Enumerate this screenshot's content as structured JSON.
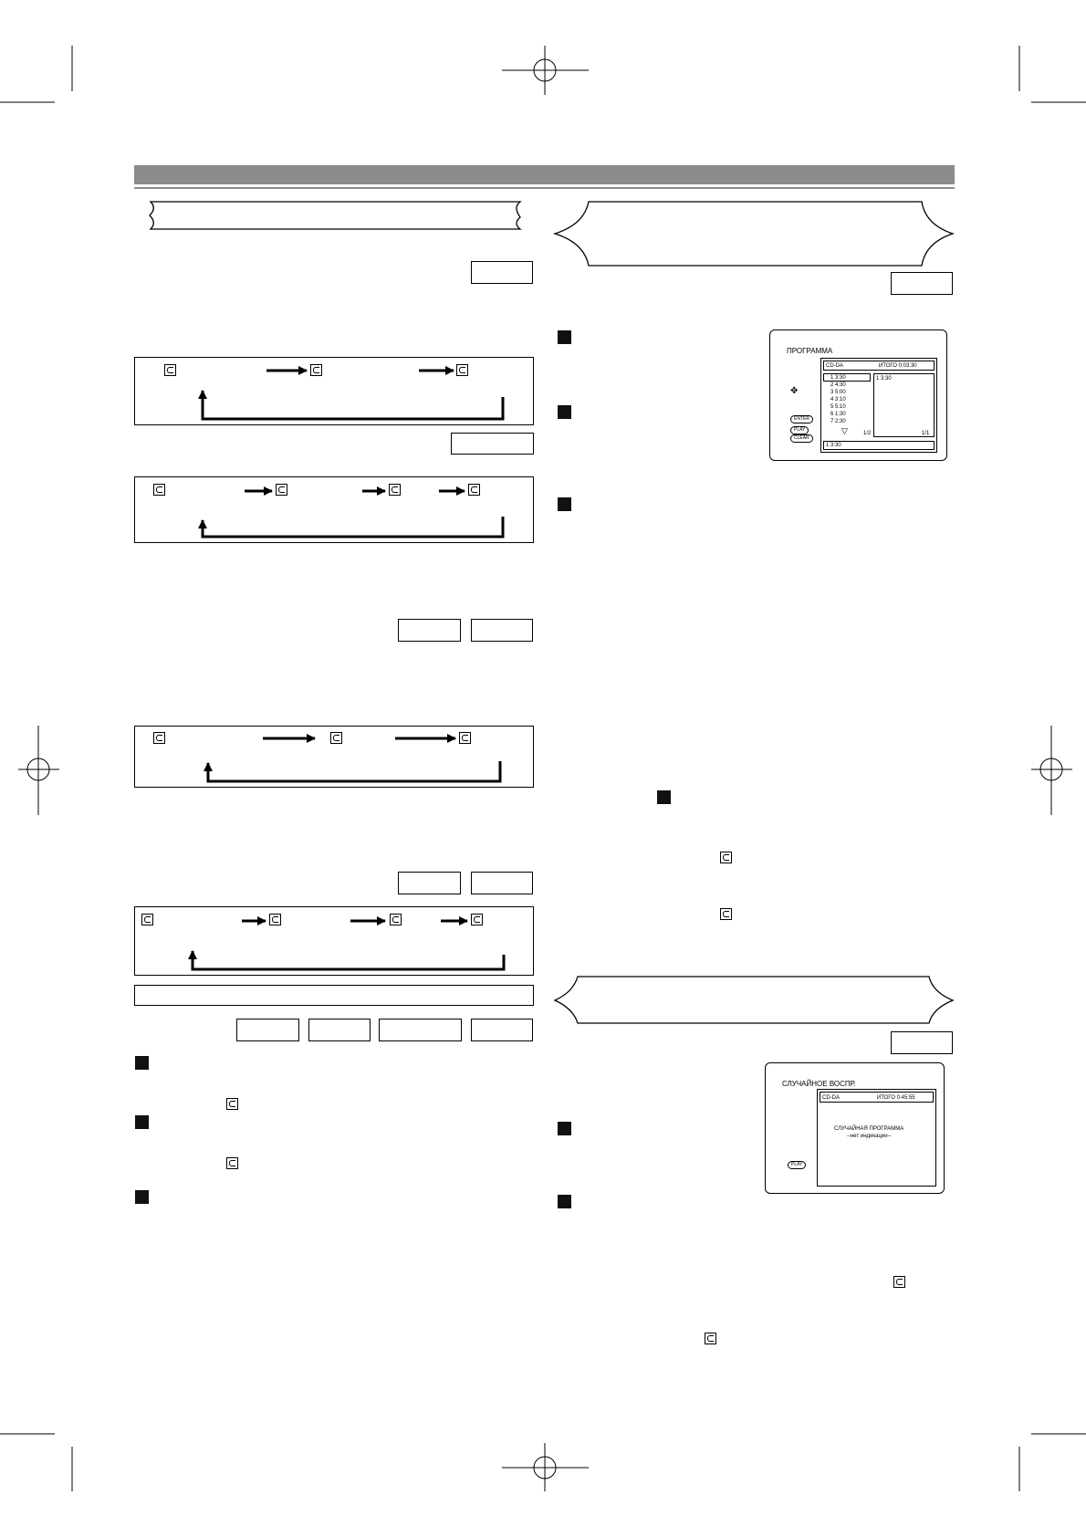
{
  "program_screen": {
    "title": "ПРОГРАММА",
    "disc": "CD-DA",
    "total": "ИТОГО 0:03:30",
    "tracks": [
      "1   3:30",
      "2   4:30",
      "3   5:00",
      "4   3:10",
      "5   5:10",
      "6   1:30",
      "7   2:30"
    ],
    "page_left": "1/2",
    "program_list": [
      "1   3:30"
    ],
    "page_right": "1/1",
    "selected": "1   3:30",
    "buttons": [
      "ENTER",
      "PLAY",
      "CLEAR"
    ]
  },
  "random_screen": {
    "title": "СЛУЧАЙНОЕ ВОСПР.",
    "disc": "CD-DA",
    "total": "ИТОГО 0:45:55",
    "line1": "СЛУЧАЙНАЯ ПРОГРАММА",
    "line2": "--нет индикации--",
    "button": "PLAY"
  },
  "colors": {
    "header_bar": "#8c8c8c"
  },
  "icons": [
    "repeat-icon",
    "arrow-icon",
    "step-marker-icon",
    "crop-mark-icon"
  ]
}
